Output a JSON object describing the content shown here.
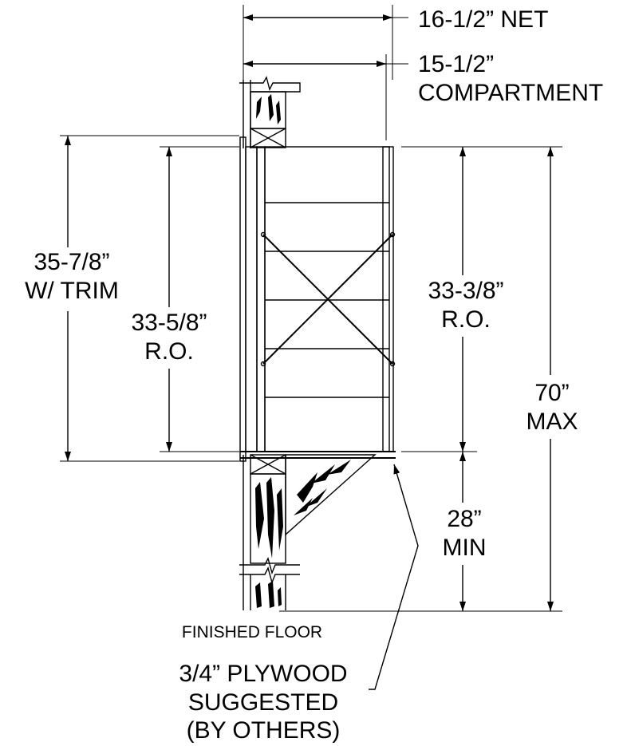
{
  "dimensions": {
    "net_width": "16-1/2” NET",
    "compartment_value": "15-1/2”",
    "compartment_label": "COMPARTMENT",
    "trim_height_value": "35-7/8”",
    "trim_height_label": "W/ TRIM",
    "ro_left_value": "33-5/8”",
    "ro_left_label": "R.O.",
    "ro_right_value": "33-3/8”",
    "ro_right_label": "R.O.",
    "max_height_value": "70”",
    "max_height_label": "MAX",
    "min_height_value": "28”",
    "min_height_label": "MIN"
  },
  "labels": {
    "floor": "FINISHED FLOOR",
    "plywood_line1": "3/4” PLYWOOD",
    "plywood_line2": "SUGGESTED",
    "plywood_line3": "(BY OTHERS)"
  }
}
